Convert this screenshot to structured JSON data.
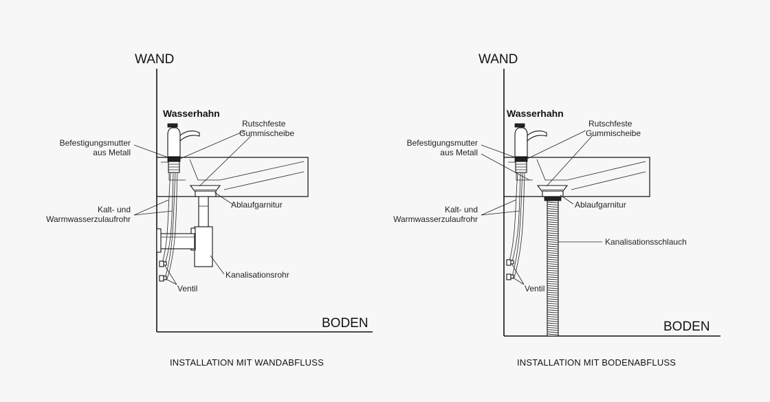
{
  "left": {
    "wall": "WAND",
    "floor": "BODEN",
    "faucet": "Wasserhahn",
    "gasket": [
      "Rutschfeste",
      "Gummischeibe"
    ],
    "nut": [
      "Befestigungsmutter",
      "aus Metall"
    ],
    "supply": [
      "Kalt- und",
      "Warmwasserzulaufrohr"
    ],
    "drain_fitting": "Ablaufgarnitur",
    "drain_pipe": "Kanalisationsrohr",
    "valve": "Ventil",
    "caption": "INSTALLATION MIT WANDABFLUSS"
  },
  "right": {
    "wall": "WAND",
    "floor": "BODEN",
    "faucet": "Wasserhahn",
    "gasket": [
      "Rutschfeste",
      "Gummischeibe"
    ],
    "nut": [
      "Befestigungsmutter",
      "aus Metall"
    ],
    "supply": [
      "Kalt- und",
      "Warmwasserzulaufrohr"
    ],
    "drain_fitting": "Ablaufgarnitur",
    "drain_hose": "Kanalisationsschlauch",
    "valve": "Ventil",
    "caption": "INSTALLATION MIT BODENABFLUSS"
  }
}
